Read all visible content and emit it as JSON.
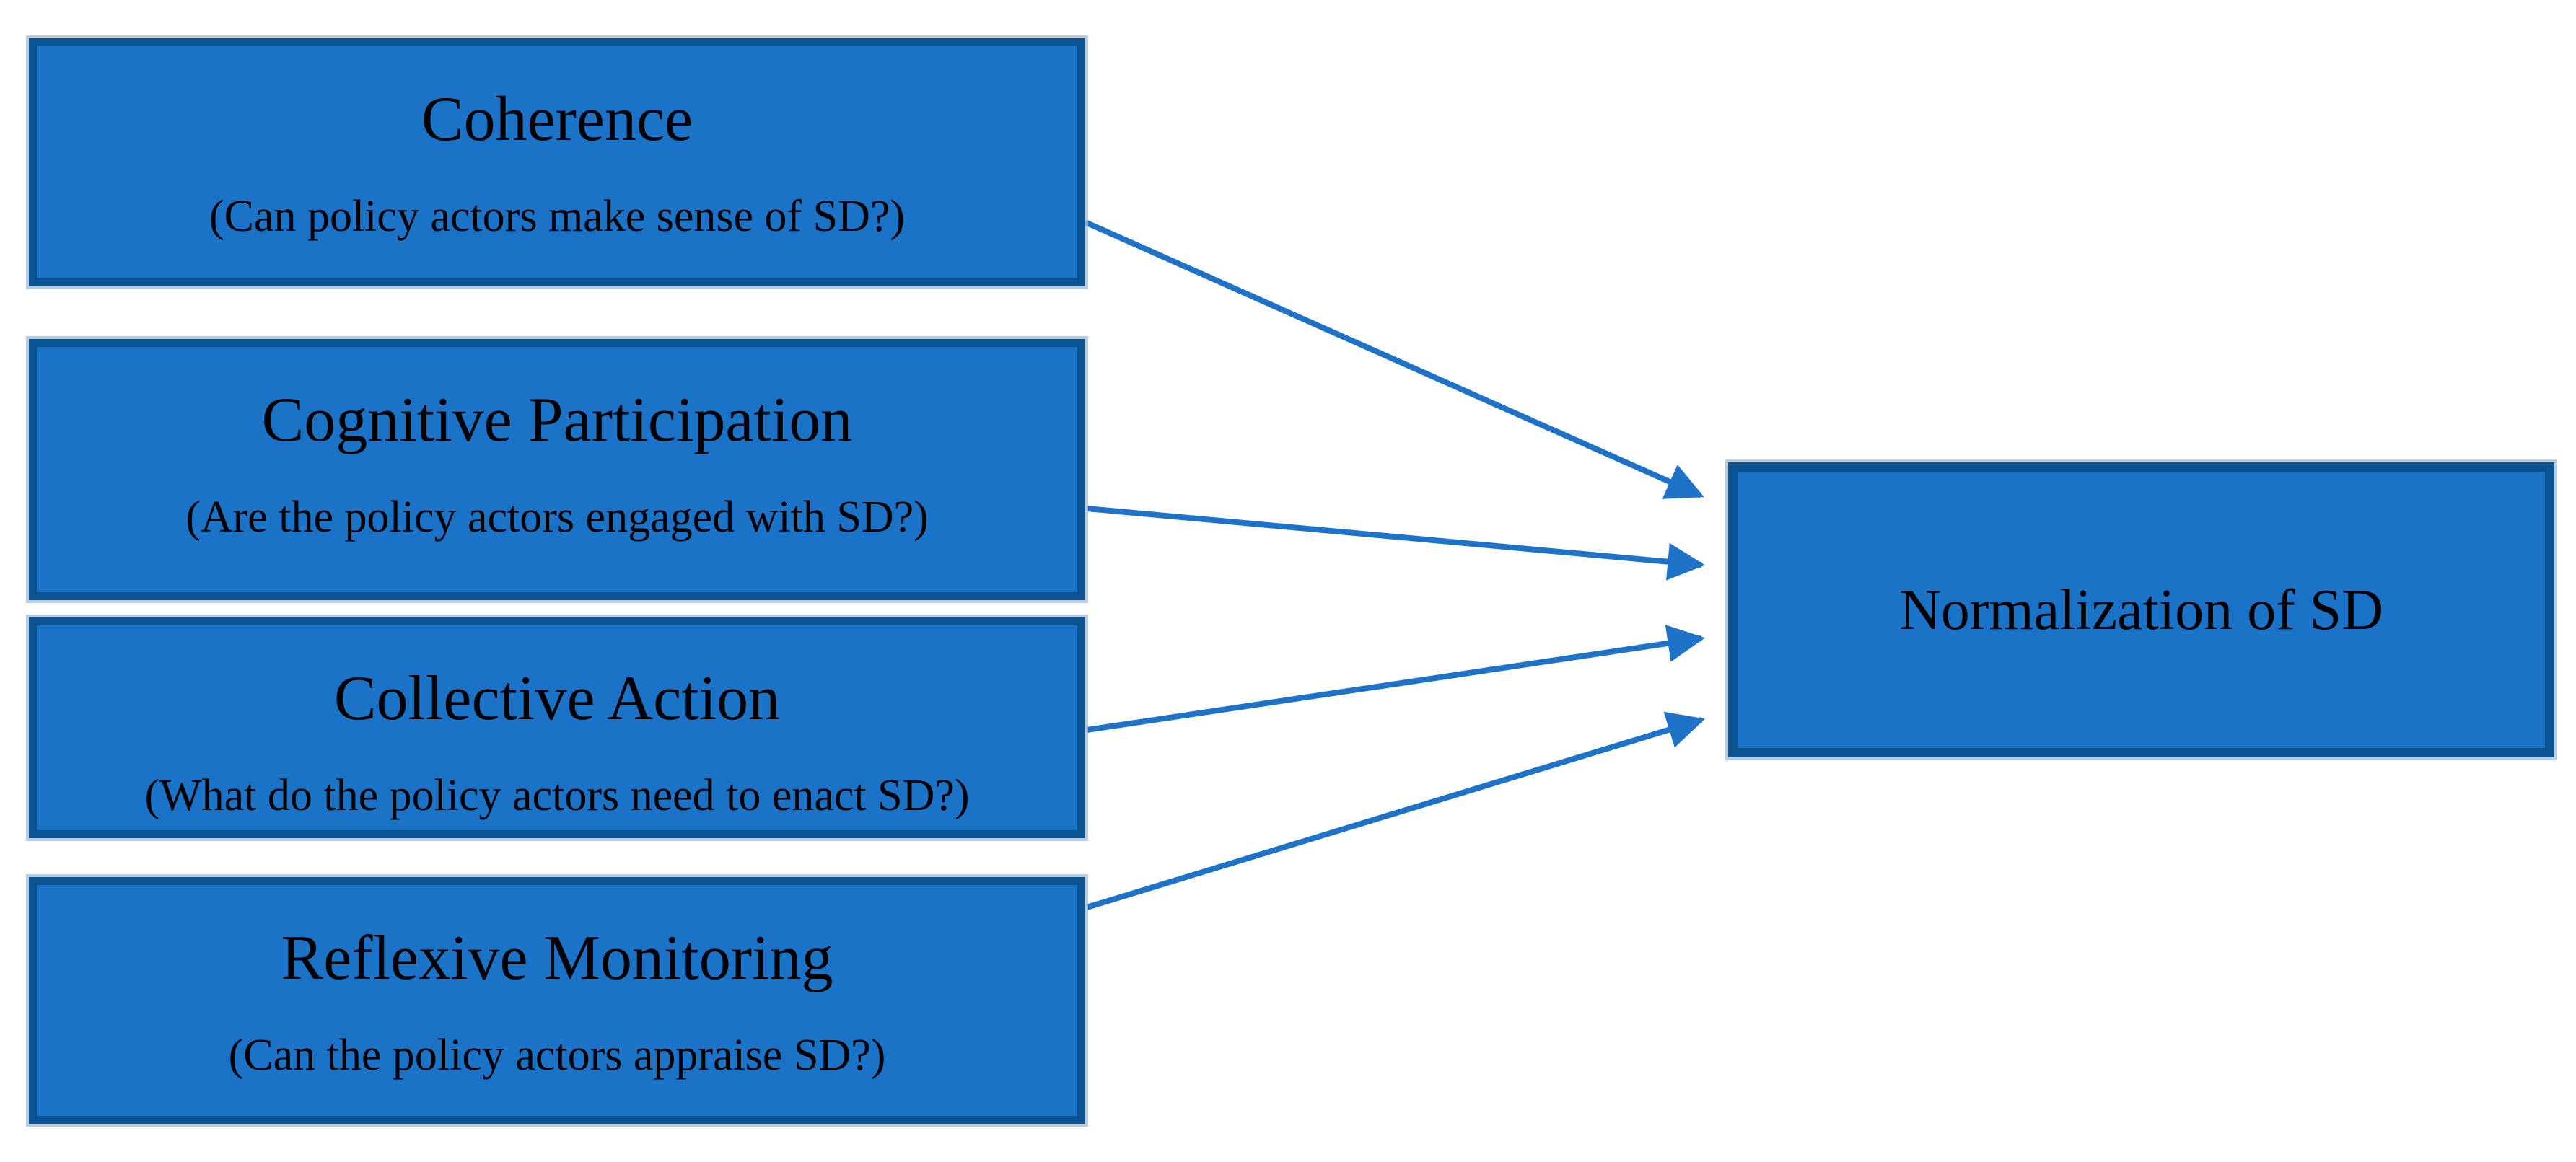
{
  "diagram": {
    "type": "flow-diagram",
    "description_nodes_left_to_right": "four factor boxes feed one outcome box",
    "nodes": {
      "coherence": {
        "title": "Coherence",
        "subtitle": "(Can policy actors make sense of SD?)"
      },
      "cognitive_participation": {
        "title": "Cognitive Participation",
        "subtitle": "(Are the policy actors engaged with SD?)"
      },
      "collective_action": {
        "title": "Collective Action",
        "subtitle": "(What do the policy actors need to enact SD?)"
      },
      "reflexive_monitoring": {
        "title": "Reflexive Monitoring",
        "subtitle": "(Can the policy actors appraise SD?)"
      },
      "normalization": {
        "title": "Normalization of SD"
      }
    },
    "edges": [
      {
        "from": "coherence",
        "to": "normalization"
      },
      {
        "from": "cognitive_participation",
        "to": "normalization"
      },
      {
        "from": "collective_action",
        "to": "normalization"
      },
      {
        "from": "reflexive_monitoring",
        "to": "normalization"
      }
    ],
    "colors": {
      "box_fill": "#1a73c7",
      "box_border": "#0b5291",
      "box_outer_ring": "#a8bfd8",
      "arrow": "#1e72c7",
      "text": "#000000",
      "background": "#ffffff"
    }
  }
}
